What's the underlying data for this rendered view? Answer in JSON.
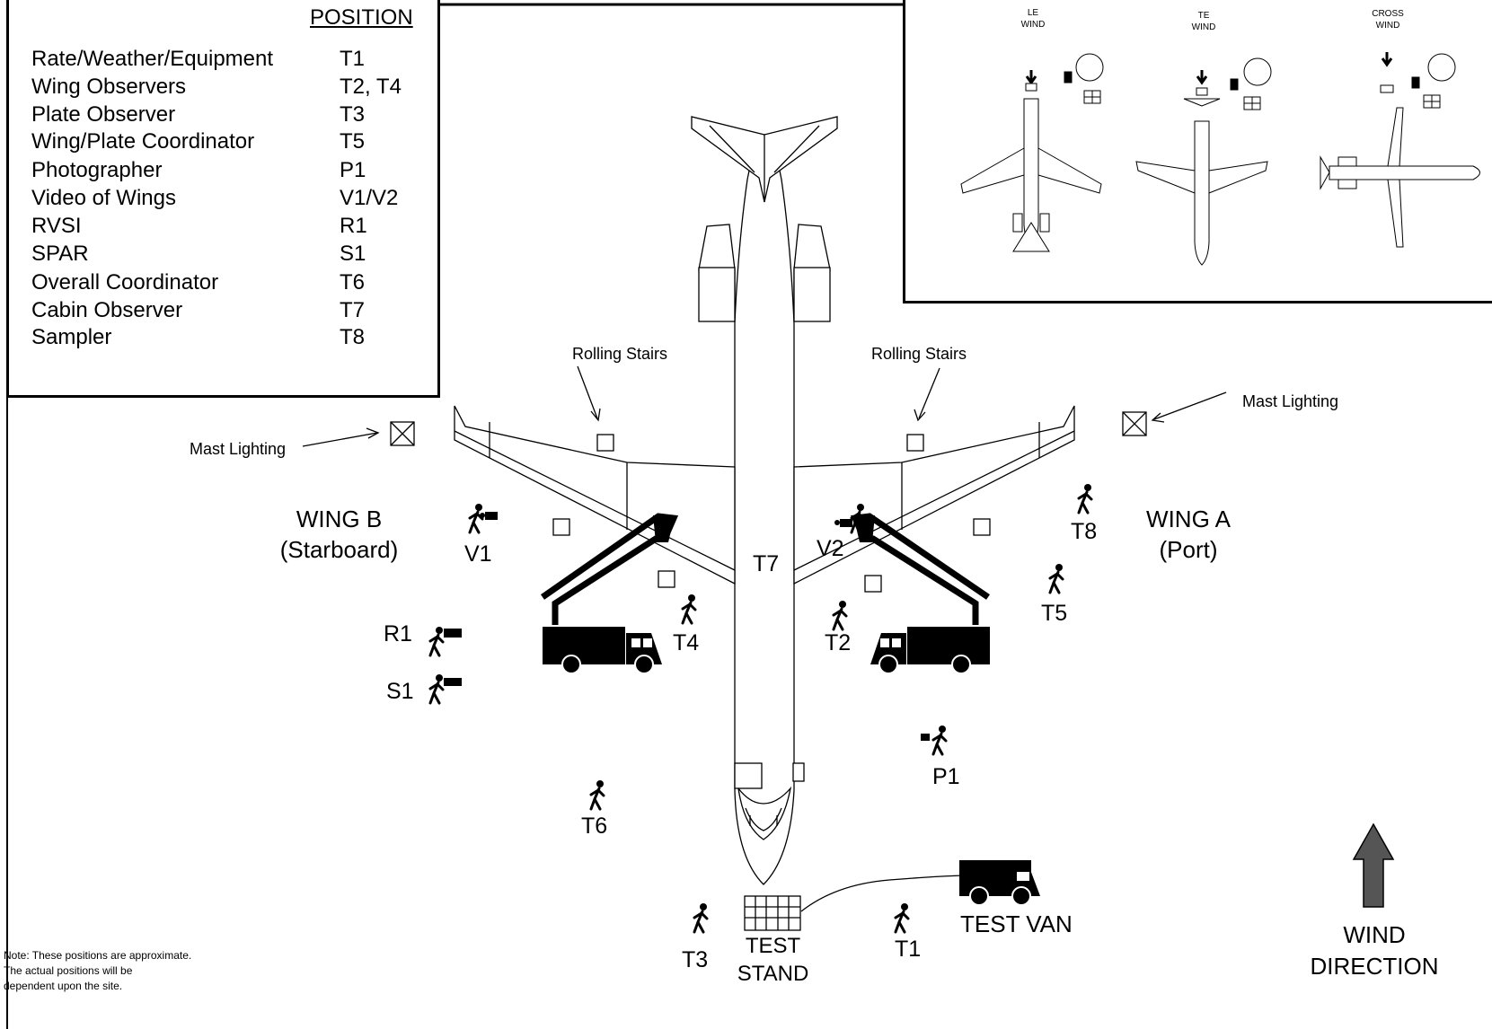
{
  "legend": {
    "title": "POSITION",
    "rows": [
      {
        "role": "Rate/Weather/Equipment",
        "code": "T1"
      },
      {
        "role": "Wing Observers",
        "code": "T2, T4"
      },
      {
        "role": "Plate Observer",
        "code": "T3"
      },
      {
        "role": "Wing/Plate Coordinator",
        "code": "T5"
      },
      {
        "role": "Photographer",
        "code": "P1"
      },
      {
        "role": "Video of Wings",
        "code": "V1/V2"
      },
      {
        "role": "RVSI",
        "code": "R1"
      },
      {
        "role": "SPAR",
        "code": "S1"
      },
      {
        "role": "Overall Coordinator",
        "code": "T6"
      },
      {
        "role": "Cabin Observer",
        "code": "T7"
      },
      {
        "role": "Sampler",
        "code": "T8"
      }
    ]
  },
  "inset": {
    "le_wind": [
      "LE",
      "WIND"
    ],
    "te_wind": [
      "TE",
      "WIND"
    ],
    "cross_wind": [
      "CROSS",
      "WIND"
    ]
  },
  "labels": {
    "rolling_stairs_left": "Rolling Stairs",
    "rolling_stairs_right": "Rolling Stairs",
    "mast_lighting_left": "Mast Lighting",
    "mast_lighting_right": "Mast Lighting",
    "wing_b": [
      "WING B",
      "(Starboard)"
    ],
    "wing_a": [
      "WING A",
      "(Port)"
    ],
    "test_stand": [
      "TEST",
      "STAND"
    ],
    "test_van": "TEST VAN",
    "wind_direction": [
      "WIND",
      "DIRECTION"
    ],
    "note": [
      "Note: These positions are approximate.",
      "The actual positions will be",
      "dependent upon the site."
    ]
  },
  "positions": {
    "V1": "V1",
    "V2": "V2",
    "T7": "T7",
    "T8": "T8",
    "T5": "T5",
    "R1": "R1",
    "S1": "S1",
    "T4": "T4",
    "T2": "T2",
    "P1": "P1",
    "T6": "T6",
    "T3": "T3",
    "T1": "T1"
  }
}
